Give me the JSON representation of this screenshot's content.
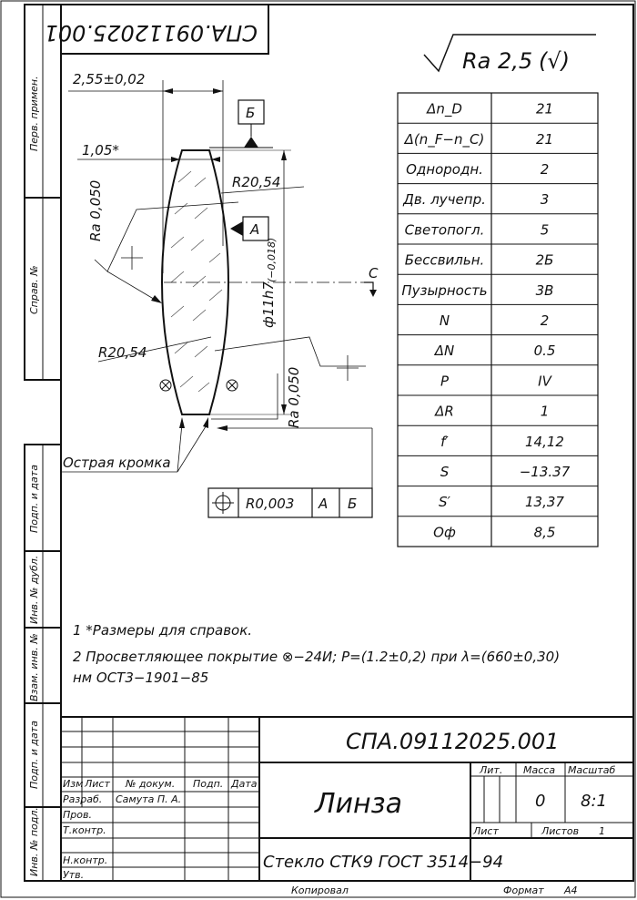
{
  "doc_number": "СПА.09112025.001",
  "doc_number_rotated": "СПА.09112025.001",
  "roughness": {
    "root": "Ra 2,5",
    "suffix": "(√)"
  },
  "side_stamps": [
    "Перв. примен.",
    "Справ. №",
    "Подп. и дата",
    "Инв. № дубл.",
    "Взам. инв. №",
    "Подп. и дата",
    "Инв. № подл."
  ],
  "dims": {
    "thickness": "2,55±0,02",
    "edge": "1,05*",
    "radius_top": "R20,54",
    "radius_bottom": "R20,54",
    "ra_left": "Ra 0,050",
    "ra_right": "Ra 0,050",
    "diameter": "ф11h7",
    "diameter_tol": "(−0,018)",
    "datum_b": "Б",
    "datum_a": "А",
    "section": "С",
    "sharp_edge": "Острая кромка"
  },
  "tolerance_frame": {
    "value": "R0,003",
    "ref1": "А",
    "ref2": "Б"
  },
  "params": [
    [
      "Δn_D",
      "21"
    ],
    [
      "Δ(n_F−n_C)",
      "21"
    ],
    [
      "Однородн.",
      "2"
    ],
    [
      "Дв. лучепр.",
      "3"
    ],
    [
      "Светопогл.",
      "5"
    ],
    [
      "Бессвильн.",
      "2Б"
    ],
    [
      "Пузырность",
      "3В"
    ],
    [
      "N",
      "2"
    ],
    [
      "ΔN",
      "0.5"
    ],
    [
      "P",
      "IV"
    ],
    [
      "ΔR",
      "1"
    ],
    [
      "f′",
      "14,12"
    ],
    [
      "S",
      "−13.37"
    ],
    [
      "S′",
      "13,37"
    ],
    [
      "Оф",
      "8,5"
    ]
  ],
  "notes": [
    "1  *Размеры для справок.",
    "2  Просветляющее покрытие  ⊗−24И;  Р=(1.2±0,2)  при  λ=(660±0,30)",
    "нм ОСТ3−1901−85"
  ],
  "title_block": {
    "doc_number": "СПА.09112025.001",
    "name": "Линза",
    "material": "Стекло СТК9 ГОСТ 3514−94",
    "headers": {
      "change": "Изм",
      "sheet": "Лист",
      "doc_no": "№ докум.",
      "sign": "Подп.",
      "date": "Дата"
    },
    "rows": {
      "developer": "Разраб.",
      "checker": "Пров.",
      "tech_control": "Т.контр.",
      "norm_control": "Н.контр.",
      "approved": "Утв."
    },
    "developer_name": "Самута П. А.",
    "lit": "Лит.",
    "mass_label": "Масса",
    "scale_label": "Масштаб",
    "mass": "0",
    "scale": "8:1",
    "sheet_label": "Лист",
    "sheets_label": "Листов",
    "sheets": "1"
  },
  "footer": {
    "copied": "Копировал",
    "format_label": "Формат",
    "format": "А4"
  }
}
